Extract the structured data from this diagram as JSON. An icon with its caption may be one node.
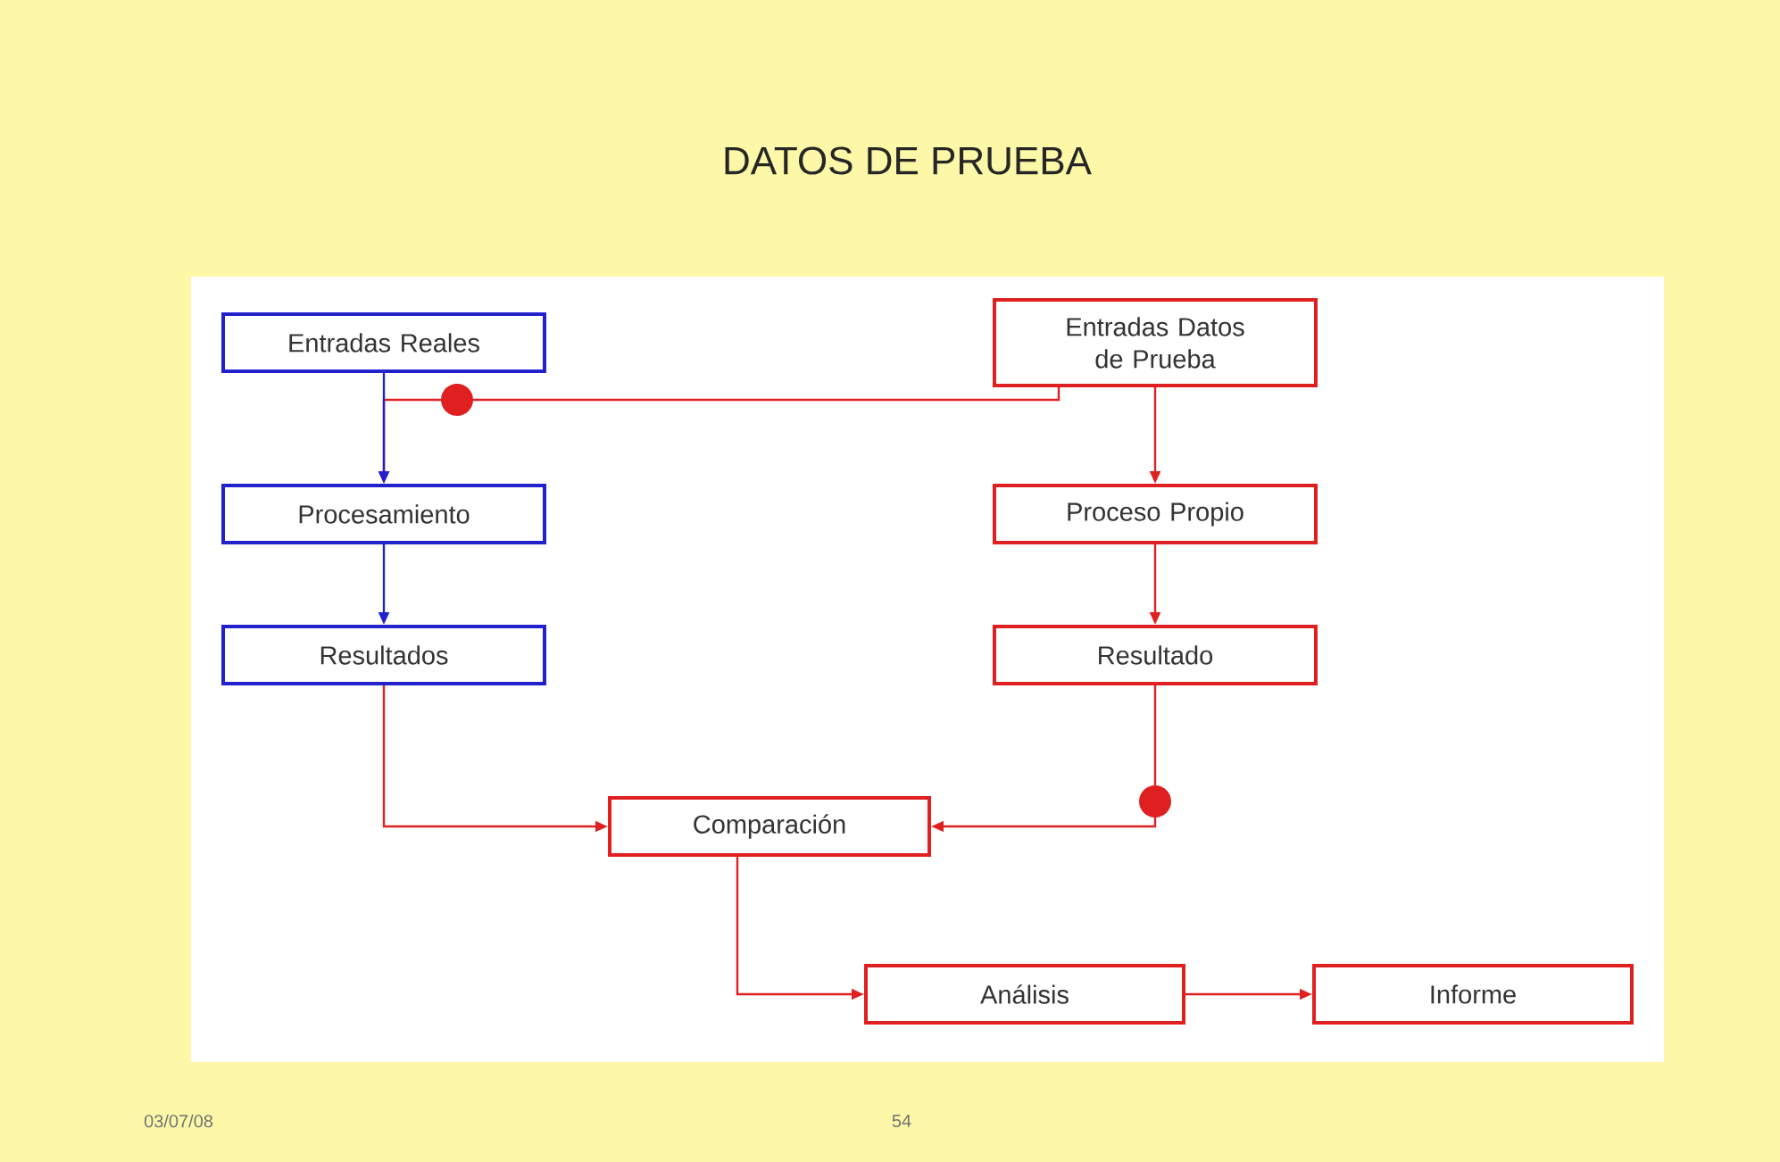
{
  "diagram": {
    "title": "DATOS DE PRUEBA",
    "nodes": [
      {
        "text": [
          "Entradas Reales"
        ]
      },
      {
        "text": [
          "Procesamiento"
        ]
      },
      {
        "text": [
          "Resultados"
        ]
      },
      {
        "text": [
          "Entradas Datos de Prueba"
        ]
      },
      {
        "text": [
          "Proceso Propio"
        ]
      },
      {
        "text": [
          "Resultado"
        ]
      },
      {
        "text": [
          "Comparación"
        ]
      },
      {
        "text": [
          "Análisis"
        ]
      },
      {
        "text": [
          "Informe"
        ]
      }
    ],
    "edges": [
      {
        "from": 0,
        "to": 1,
        "arrow": "to",
        "color": "#2222cc"
      },
      {
        "from": 1,
        "to": 2,
        "arrow": "to",
        "color": "#2222cc"
      },
      {
        "from": 3,
        "to": 1,
        "arrow": "to"
      },
      {
        "from": 3,
        "to": 4,
        "arrow": "to"
      },
      {
        "from": 4,
        "to": 5,
        "arrow": "to"
      },
      {
        "from": 2,
        "to": 6,
        "arrow": "to"
      },
      {
        "from": 5,
        "to": 6,
        "arrow": "to"
      },
      {
        "from": 6,
        "to": 7,
        "arrow": "to"
      },
      {
        "from": 7,
        "to": 8,
        "arrow": "to"
      }
    ],
    "labels": [
      "03/07/08",
      "54"
    ]
  }
}
